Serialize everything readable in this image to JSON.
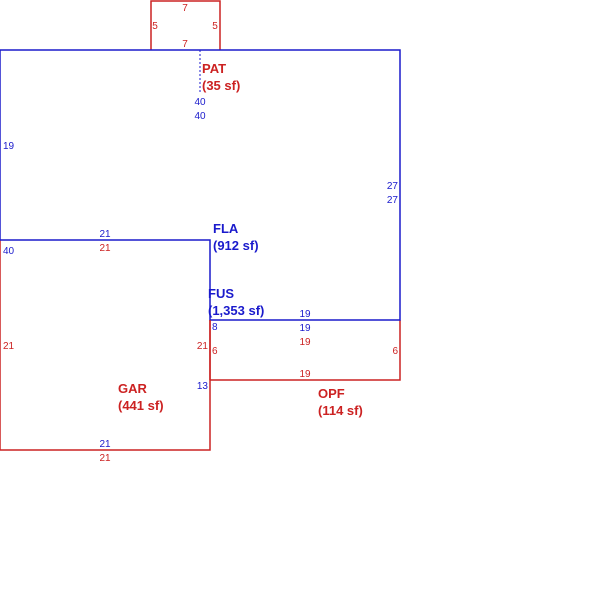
{
  "colors": {
    "blue": "#1a1acc",
    "red": "#cc2222",
    "background": "#ffffff"
  },
  "areas": {
    "pat": {
      "code": "PAT",
      "area": "(35 sf)"
    },
    "fla": {
      "code": "FLA",
      "area": "(912 sf)"
    },
    "fus": {
      "code": "FUS",
      "area": "(1,353 sf)"
    },
    "gar": {
      "code": "GAR",
      "area": "(441 sf)"
    },
    "opf": {
      "code": "OPF",
      "area": "(114 sf)"
    }
  },
  "dimensions": {
    "pat_top": "7",
    "pat_left": "5",
    "pat_right": "5",
    "pat_bottom": "7",
    "main_top_a": "40",
    "main_top_b": "40",
    "main_left": "19",
    "main_right_a": "27",
    "main_right_b": "27",
    "inner_a": "21",
    "inner_b": "21",
    "main_left_lower": "40",
    "fus_right_lower": "8",
    "bottom_a": "19",
    "bottom_b": "19",
    "opf_top": "19",
    "opf_right": "6",
    "opf_left": "6",
    "opf_bottom": "19",
    "gar_left": "21",
    "gar_right": "21",
    "gar_right_lower": "13",
    "gar_bottom_a": "21",
    "gar_bottom_b": "21"
  }
}
